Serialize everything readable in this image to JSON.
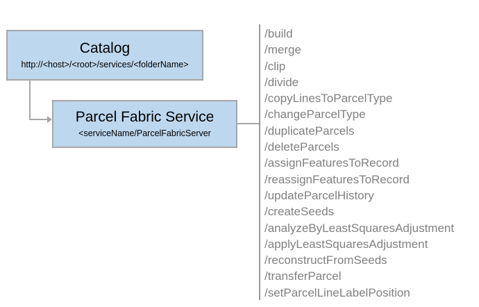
{
  "diagram": {
    "catalog_box": {
      "title": "Catalog",
      "url": "http://<host>/<root>/services/<folderName>"
    },
    "service_box": {
      "title": "Parcel Fabric Service",
      "subtitle": "<serviceName/ParcelFabricServer"
    },
    "endpoints": [
      "/build",
      "/merge",
      "/clip",
      "/divide",
      "/copyLinesToParcelType",
      "/changeParcelType",
      "/duplicateParcels",
      "/deleteParcels",
      "/assignFeaturesToRecord",
      "/reassignFeaturesToRecord",
      "/updateParcelHistory",
      "/createSeeds",
      "/analyzeByLeastSquaresAdjustment",
      "/applyLeastSquaresAdjustment",
      "/reconstructFromSeeds",
      "/transferParcel",
      "/setParcelLineLabelPosition"
    ]
  },
  "colors": {
    "box-fill": "#bdd7ee",
    "box-border": "#a6a6a6",
    "connector": "#a6a6a6",
    "divider": "#999999",
    "title-text": "#000000",
    "endpoint-text": "#808080",
    "background": "#ffffff"
  }
}
